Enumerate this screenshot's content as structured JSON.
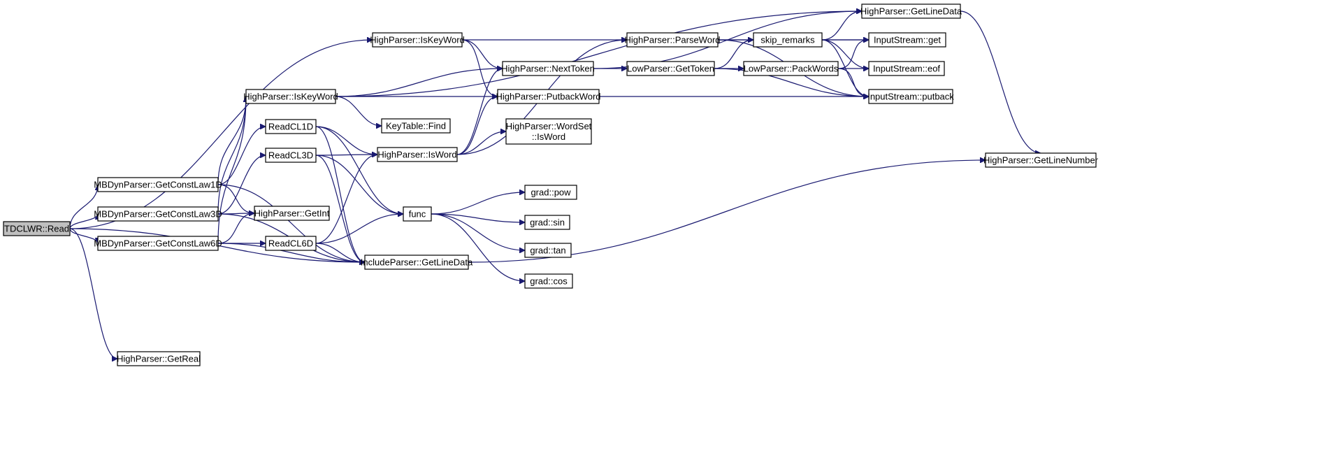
{
  "graph": {
    "colors": {
      "edge": "#191970",
      "node_fill": "#ffffff",
      "root_fill": "#bfbfbf",
      "border": "#000000"
    },
    "nodes": [
      {
        "id": "tdclwr_read",
        "lines": [
          "TDCLWR::Read"
        ],
        "root": true
      },
      {
        "id": "mbdyn_getconstlaw1d",
        "lines": [
          "MBDynParser::GetConstLaw1D"
        ]
      },
      {
        "id": "mbdyn_getconstlaw3d",
        "lines": [
          "MBDynParser::GetConstLaw3D"
        ]
      },
      {
        "id": "mbdyn_getconstlaw6d",
        "lines": [
          "MBDynParser::GetConstLaw6D"
        ]
      },
      {
        "id": "highparser_getreal",
        "lines": [
          "HighParser::GetReal"
        ]
      },
      {
        "id": "highparser_iskeyword_a",
        "lines": [
          "HighParser::IsKeyWord"
        ]
      },
      {
        "id": "highparser_iskeyword_b",
        "lines": [
          "HighParser::IsKeyWord"
        ]
      },
      {
        "id": "readcl1d",
        "lines": [
          "ReadCL1D"
        ]
      },
      {
        "id": "readcl3d",
        "lines": [
          "ReadCL3D"
        ]
      },
      {
        "id": "readcl6d",
        "lines": [
          "ReadCL6D"
        ]
      },
      {
        "id": "highparser_getint",
        "lines": [
          "HighParser::GetInt"
        ]
      },
      {
        "id": "keytable_find",
        "lines": [
          "KeyTable::Find"
        ]
      },
      {
        "id": "highparser_isword",
        "lines": [
          "HighParser::IsWord"
        ]
      },
      {
        "id": "func",
        "lines": [
          "func"
        ]
      },
      {
        "id": "includeparser_getlinedata",
        "lines": [
          "IncludeParser::GetLineData"
        ]
      },
      {
        "id": "highparser_nexttoken",
        "lines": [
          "HighParser::NextToken"
        ]
      },
      {
        "id": "highparser_putbackword",
        "lines": [
          "HighParser::PutbackWord"
        ]
      },
      {
        "id": "highparser_wordset_isword",
        "lines": [
          "HighParser::WordSet",
          "::IsWord"
        ]
      },
      {
        "id": "grad_pow",
        "lines": [
          "grad::pow"
        ]
      },
      {
        "id": "grad_sin",
        "lines": [
          "grad::sin"
        ]
      },
      {
        "id": "grad_tan",
        "lines": [
          "grad::tan"
        ]
      },
      {
        "id": "grad_cos",
        "lines": [
          "grad::cos"
        ]
      },
      {
        "id": "highparser_parseword",
        "lines": [
          "HighParser::ParseWord"
        ]
      },
      {
        "id": "lowparser_gettoken",
        "lines": [
          "LowParser::GetToken"
        ]
      },
      {
        "id": "skip_remarks",
        "lines": [
          "skip_remarks"
        ]
      },
      {
        "id": "lowparser_packwords",
        "lines": [
          "LowParser::PackWords"
        ]
      },
      {
        "id": "highparser_getlinedata",
        "lines": [
          "HighParser::GetLineData"
        ]
      },
      {
        "id": "inputstream_get",
        "lines": [
          "InputStream::get"
        ]
      },
      {
        "id": "inputstream_eof",
        "lines": [
          "InputStream::eof"
        ]
      },
      {
        "id": "inputstream_putback",
        "lines": [
          "InputStream::putback"
        ]
      },
      {
        "id": "highparser_getlinenumber",
        "lines": [
          "HighParser::GetLineNumber"
        ]
      }
    ],
    "edges": [
      [
        "tdclwr_read",
        "highparser_iskeyword_a"
      ],
      [
        "tdclwr_read",
        "mbdyn_getconstlaw1d"
      ],
      [
        "tdclwr_read",
        "mbdyn_getconstlaw3d"
      ],
      [
        "tdclwr_read",
        "mbdyn_getconstlaw6d"
      ],
      [
        "tdclwr_read",
        "includeparser_getlinedata"
      ],
      [
        "tdclwr_read",
        "highparser_getreal"
      ],
      [
        "mbdyn_getconstlaw1d",
        "highparser_iskeyword_b"
      ],
      [
        "mbdyn_getconstlaw1d",
        "readcl1d"
      ],
      [
        "mbdyn_getconstlaw1d",
        "highparser_getint"
      ],
      [
        "mbdyn_getconstlaw1d",
        "includeparser_getlinedata"
      ],
      [
        "mbdyn_getconstlaw3d",
        "highparser_iskeyword_b"
      ],
      [
        "mbdyn_getconstlaw3d",
        "readcl3d"
      ],
      [
        "mbdyn_getconstlaw3d",
        "highparser_getint"
      ],
      [
        "mbdyn_getconstlaw3d",
        "includeparser_getlinedata"
      ],
      [
        "mbdyn_getconstlaw6d",
        "highparser_iskeyword_b"
      ],
      [
        "mbdyn_getconstlaw6d",
        "readcl6d"
      ],
      [
        "mbdyn_getconstlaw6d",
        "highparser_getint"
      ],
      [
        "mbdyn_getconstlaw6d",
        "includeparser_getlinedata"
      ],
      [
        "highparser_iskeyword_a",
        "highparser_parseword"
      ],
      [
        "highparser_iskeyword_a",
        "highparser_nexttoken"
      ],
      [
        "highparser_iskeyword_a",
        "highparser_putbackword"
      ],
      [
        "highparser_iskeyword_b",
        "highparser_getlinedata"
      ],
      [
        "highparser_iskeyword_b",
        "highparser_nexttoken"
      ],
      [
        "highparser_iskeyword_b",
        "highparser_putbackword"
      ],
      [
        "highparser_iskeyword_b",
        "keytable_find"
      ],
      [
        "readcl1d",
        "highparser_isword"
      ],
      [
        "readcl1d",
        "func"
      ],
      [
        "readcl1d",
        "includeparser_getlinedata"
      ],
      [
        "readcl3d",
        "highparser_isword"
      ],
      [
        "readcl3d",
        "func"
      ],
      [
        "readcl3d",
        "includeparser_getlinedata"
      ],
      [
        "readcl6d",
        "highparser_isword"
      ],
      [
        "readcl6d",
        "func"
      ],
      [
        "readcl6d",
        "includeparser_getlinedata"
      ],
      [
        "highparser_isword",
        "highparser_nexttoken"
      ],
      [
        "highparser_isword",
        "highparser_putbackword"
      ],
      [
        "highparser_isword",
        "highparser_wordset_isword"
      ],
      [
        "highparser_isword",
        "highparser_parseword"
      ],
      [
        "func",
        "grad_pow"
      ],
      [
        "func",
        "grad_sin"
      ],
      [
        "func",
        "grad_tan"
      ],
      [
        "func",
        "grad_cos"
      ],
      [
        "includeparser_getlinedata",
        "highparser_getlinenumber"
      ],
      [
        "highparser_nexttoken",
        "highparser_getlinedata"
      ],
      [
        "highparser_nexttoken",
        "lowparser_gettoken"
      ],
      [
        "highparser_putbackword",
        "inputstream_putback"
      ],
      [
        "highparser_parseword",
        "skip_remarks"
      ],
      [
        "highparser_parseword",
        "inputstream_get"
      ],
      [
        "highparser_parseword",
        "inputstream_putback"
      ],
      [
        "lowparser_gettoken",
        "skip_remarks"
      ],
      [
        "lowparser_gettoken",
        "lowparser_packwords"
      ],
      [
        "lowparser_gettoken",
        "inputstream_putback"
      ],
      [
        "skip_remarks",
        "highparser_getlinedata"
      ],
      [
        "skip_remarks",
        "inputstream_get"
      ],
      [
        "skip_remarks",
        "inputstream_eof"
      ],
      [
        "skip_remarks",
        "inputstream_putback"
      ],
      [
        "lowparser_packwords",
        "inputstream_get"
      ],
      [
        "lowparser_packwords",
        "inputstream_eof"
      ],
      [
        "lowparser_packwords",
        "inputstream_putback"
      ],
      [
        "highparser_getlinedata",
        "highparser_getlinenumber"
      ]
    ]
  }
}
